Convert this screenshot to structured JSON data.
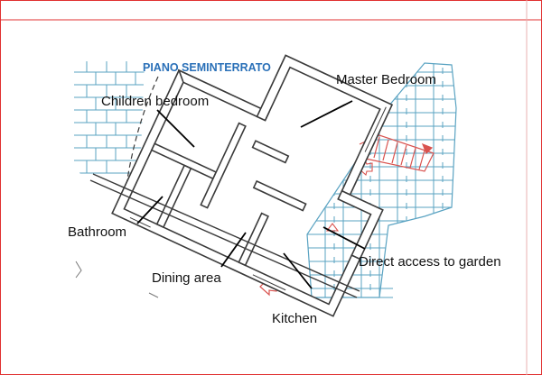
{
  "plan": {
    "title": "PIANO SEMINTERRATO"
  },
  "labels": {
    "master_bedroom": "Master Bedroom",
    "children_bedroom": "Children bedroom",
    "bathroom": "Bathroom",
    "direct_access": "Direct access to garden",
    "dining_area": "Dining area",
    "kitchen": "Kitchen"
  },
  "colors": {
    "tile": "#5aa3c2",
    "wall": "#3a3a3a",
    "stairs": "#d9534f",
    "title": "#2a70b8",
    "border": "#e03030"
  }
}
